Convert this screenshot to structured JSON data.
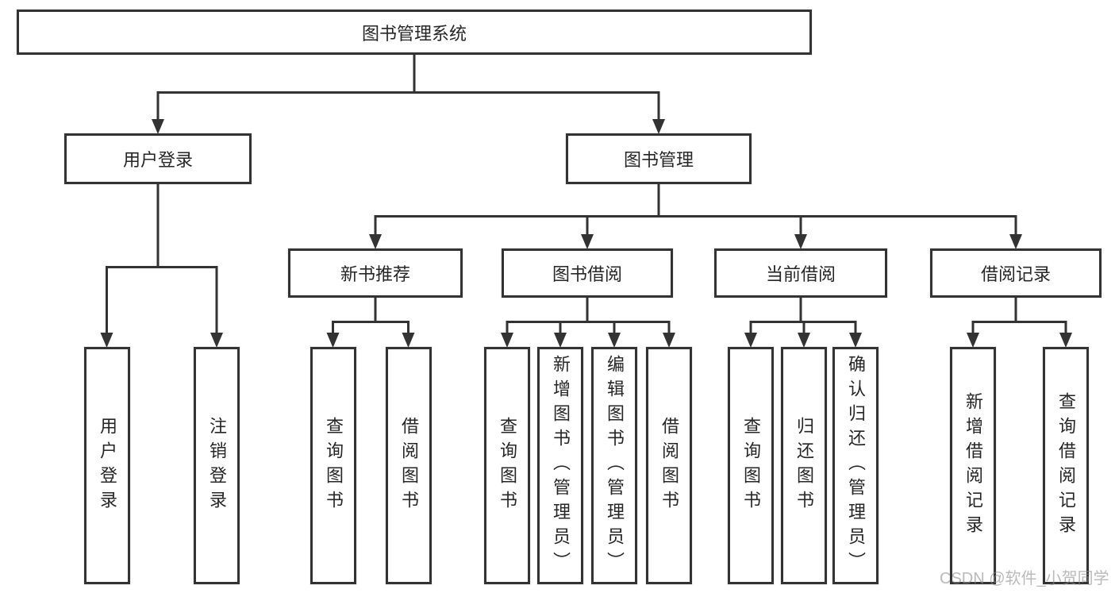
{
  "tree": {
    "root": "图书管理系统",
    "level1": [
      {
        "label": "用户登录",
        "leaves": [
          "用户登录",
          "注销登录"
        ]
      },
      {
        "label": "图书管理",
        "groups": [
          {
            "label": "新书推荐",
            "leaves": [
              "查询图书",
              "借阅图书"
            ]
          },
          {
            "label": "图书借阅",
            "leaves": [
              "查询图书",
              "新增图书（管理员）",
              "编辑图书（管理员）",
              "借阅图书"
            ]
          },
          {
            "label": "当前借阅",
            "leaves": [
              "查询图书",
              "归还图书",
              "确认归还（管理员）"
            ]
          },
          {
            "label": "借阅记录",
            "leaves": [
              "新增借阅记录",
              "查询借阅记录"
            ]
          }
        ]
      }
    ]
  },
  "watermark": "CSDN @软件_小贺同学",
  "colors": {
    "line": "#333333",
    "text": "#262626",
    "background": "#ffffff",
    "watermark": "#8c8c8c99"
  }
}
